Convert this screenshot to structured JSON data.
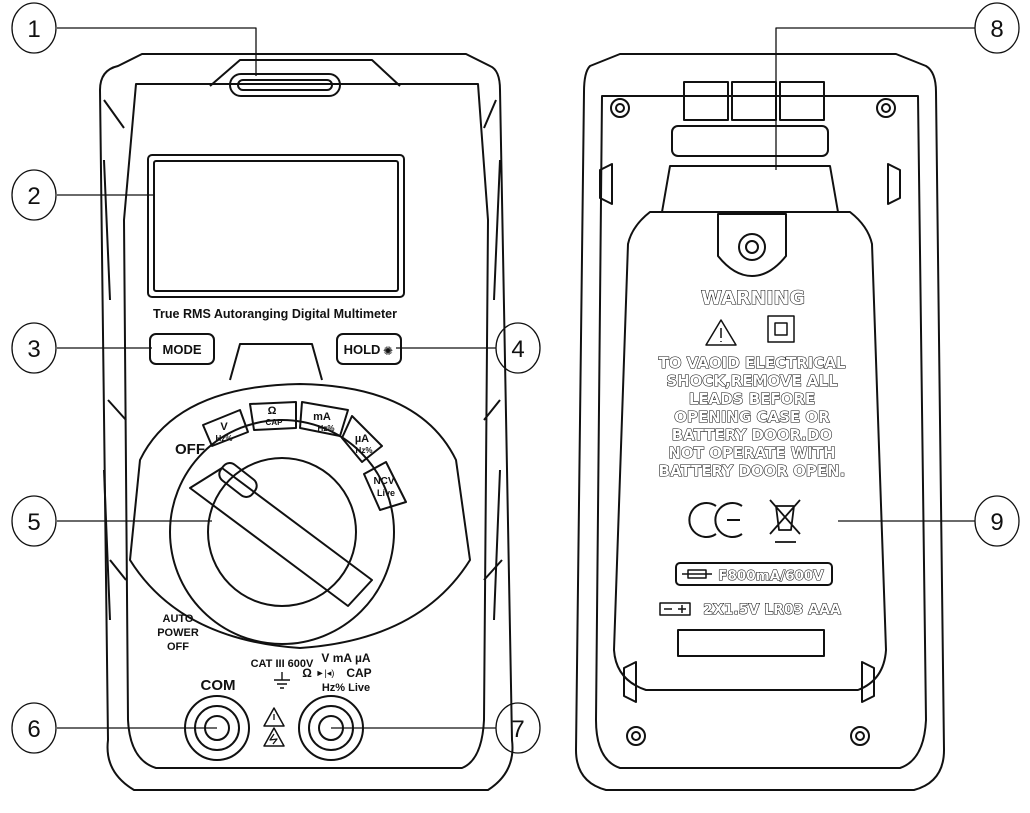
{
  "front": {
    "brand_text": "True RMS Autoranging Digital Multimeter",
    "mode_button": "MODE",
    "hold_button": "HOLD",
    "off_label": "OFF",
    "dial_positions": [
      {
        "main": "V",
        "sub": "Hz%"
      },
      {
        "main": "Ω",
        "sub": "CAP"
      },
      {
        "main": "mA",
        "sub": "Hz%"
      },
      {
        "main": "µA",
        "sub": "Hz%"
      },
      {
        "main": "NCV",
        "sub": "Live"
      }
    ],
    "auto_power_off": [
      "AUTO",
      "POWER",
      "OFF"
    ],
    "cat_rating": "CAT III 600V",
    "jack_label_lines": [
      "V mA µA",
      "CAP",
      "Hz% Live"
    ],
    "com_label": "COM"
  },
  "back": {
    "warning_title": "WARNING",
    "warning_lines": [
      "TO VAOID ELECTRICAL",
      "SHOCK,REMOVE ALL",
      "LEADS BEFORE",
      "OPENING CASE OR",
      "BATTERY DOOR.DO",
      "NOT OPERATE WITH",
      "BATTERY DOOR OPEN."
    ],
    "fuse_rating": "F800mA/600V",
    "battery_spec": "2X1.5V LR03 AAA"
  },
  "callouts": [
    "1",
    "2",
    "3",
    "4",
    "5",
    "6",
    "7",
    "8",
    "9"
  ],
  "colors": {
    "line": "#111111",
    "background": "#ffffff"
  }
}
